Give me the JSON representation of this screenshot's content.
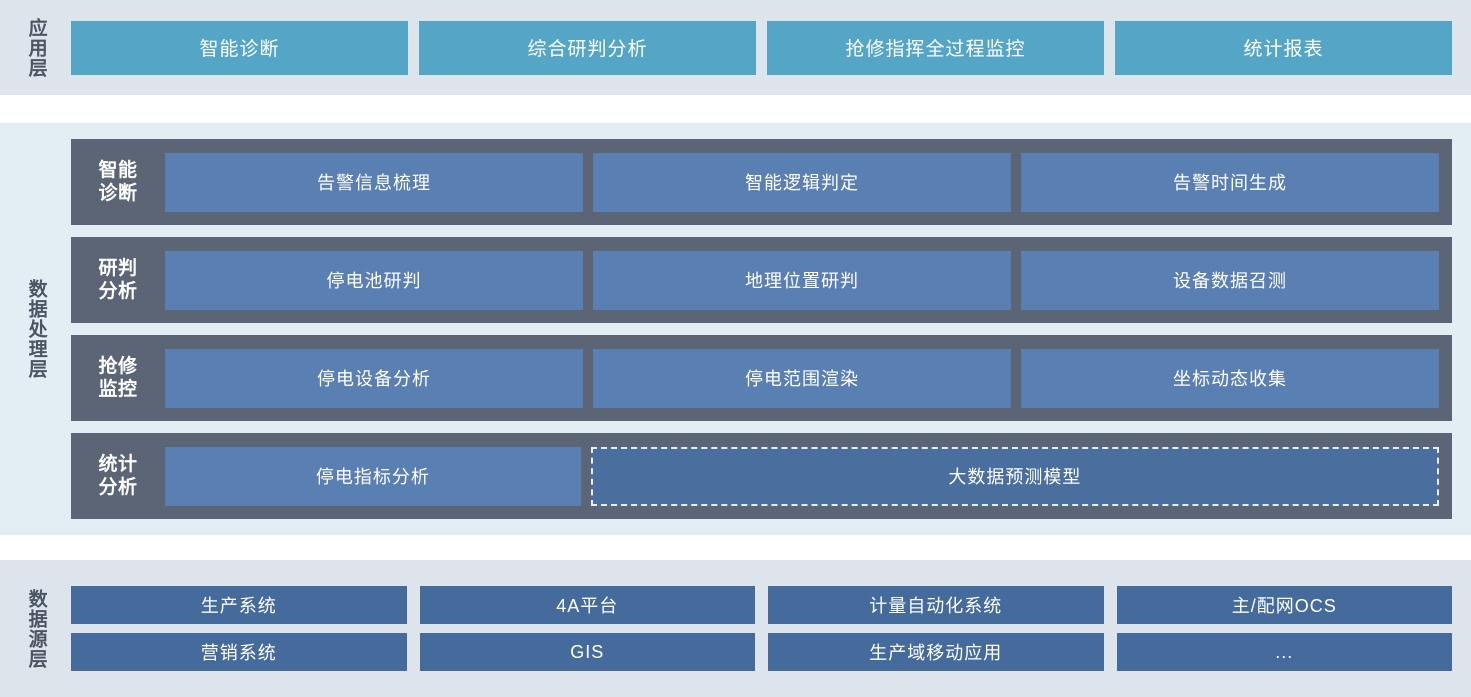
{
  "colors": {
    "app_layer_bg": "#dde4ec",
    "proc_layer_bg": "#e2eef4",
    "src_layer_bg": "#dde4ec",
    "app_card": "#55a6c6",
    "proc_band": "#5c6575",
    "proc_card": "#5a7fb2",
    "proc_card_dashed": "#4a6e9e",
    "src_card": "#456b9d",
    "label_text": "#4c5563",
    "card_text": "#ffffff",
    "page_bg": "#ffffff"
  },
  "application_layer": {
    "label": "应用层",
    "cards": [
      {
        "label": "智能诊断"
      },
      {
        "label": "综合研判分析"
      },
      {
        "label": "抢修指挥全过程监控"
      },
      {
        "label": "统计报表"
      }
    ]
  },
  "data_processing_layer": {
    "label": "数据处理层",
    "rows": [
      {
        "row_label": "智能\n诊断",
        "cards": [
          {
            "label": "告警信息梳理",
            "dashed": false
          },
          {
            "label": "智能逻辑判定",
            "dashed": false
          },
          {
            "label": "告警时间生成",
            "dashed": false
          }
        ]
      },
      {
        "row_label": "研判\n分析",
        "cards": [
          {
            "label": "停电池研判",
            "dashed": false
          },
          {
            "label": "地理位置研判",
            "dashed": false
          },
          {
            "label": "设备数据召测",
            "dashed": false
          }
        ]
      },
      {
        "row_label": "抢修\n监控",
        "cards": [
          {
            "label": "停电设备分析",
            "dashed": false
          },
          {
            "label": "停电范围渲染",
            "dashed": false
          },
          {
            "label": "坐标动态收集",
            "dashed": false
          }
        ]
      },
      {
        "row_label": "统计\n分析",
        "cards": [
          {
            "label": "停电指标分析",
            "dashed": false
          },
          {
            "label": "大数据预测模型",
            "dashed": true
          }
        ]
      }
    ]
  },
  "data_source_layer": {
    "label": "数据源层",
    "rows": [
      [
        {
          "label": "生产系统"
        },
        {
          "label": "4A平台"
        },
        {
          "label": "计量自动化系统"
        },
        {
          "label": "主/配网OCS"
        }
      ],
      [
        {
          "label": "营销系统"
        },
        {
          "label": "GIS"
        },
        {
          "label": "生产域移动应用"
        },
        {
          "label": "..."
        }
      ]
    ]
  }
}
